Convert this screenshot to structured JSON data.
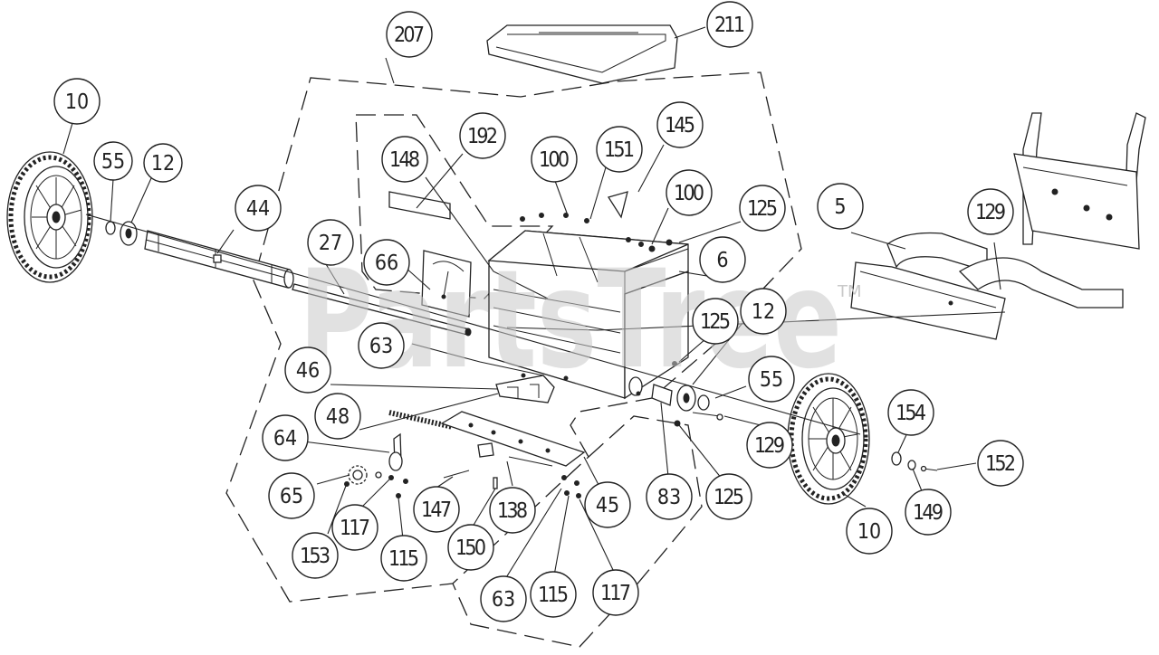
{
  "watermark": {
    "text": "PartsTree",
    "tm": "TM"
  },
  "callouts": [
    {
      "id": "c-207",
      "label": "207"
    },
    {
      "id": "c-211",
      "label": "211"
    },
    {
      "id": "c-10a",
      "label": "10"
    },
    {
      "id": "c-55a",
      "label": "55"
    },
    {
      "id": "c-12a",
      "label": "12"
    },
    {
      "id": "c-44",
      "label": "44"
    },
    {
      "id": "c-27",
      "label": "27"
    },
    {
      "id": "c-66",
      "label": "66"
    },
    {
      "id": "c-148",
      "label": "148"
    },
    {
      "id": "c-192",
      "label": "192"
    },
    {
      "id": "c-100a",
      "label": "100"
    },
    {
      "id": "c-151",
      "label": "151"
    },
    {
      "id": "c-145",
      "label": "145"
    },
    {
      "id": "c-100b",
      "label": "100"
    },
    {
      "id": "c-125a",
      "label": "125"
    },
    {
      "id": "c-6",
      "label": "6"
    },
    {
      "id": "c-5",
      "label": "5"
    },
    {
      "id": "c-129a",
      "label": "129"
    },
    {
      "id": "c-125b",
      "label": "125"
    },
    {
      "id": "c-12b",
      "label": "12"
    },
    {
      "id": "c-55b",
      "label": "55"
    },
    {
      "id": "c-63a",
      "label": "63"
    },
    {
      "id": "c-46",
      "label": "46"
    },
    {
      "id": "c-48",
      "label": "48"
    },
    {
      "id": "c-64",
      "label": "64"
    },
    {
      "id": "c-65",
      "label": "65"
    },
    {
      "id": "c-153",
      "label": "153"
    },
    {
      "id": "c-117a",
      "label": "117"
    },
    {
      "id": "c-115a",
      "label": "115"
    },
    {
      "id": "c-147",
      "label": "147"
    },
    {
      "id": "c-150",
      "label": "150"
    },
    {
      "id": "c-138",
      "label": "138"
    },
    {
      "id": "c-45",
      "label": "45"
    },
    {
      "id": "c-63b",
      "label": "63"
    },
    {
      "id": "c-115b",
      "label": "115"
    },
    {
      "id": "c-117b",
      "label": "117"
    },
    {
      "id": "c-83",
      "label": "83"
    },
    {
      "id": "c-125c",
      "label": "125"
    },
    {
      "id": "c-129b",
      "label": "129"
    },
    {
      "id": "c-154",
      "label": "154"
    },
    {
      "id": "c-152",
      "label": "152"
    },
    {
      "id": "c-149",
      "label": "149"
    },
    {
      "id": "c-10b",
      "label": "10"
    }
  ]
}
